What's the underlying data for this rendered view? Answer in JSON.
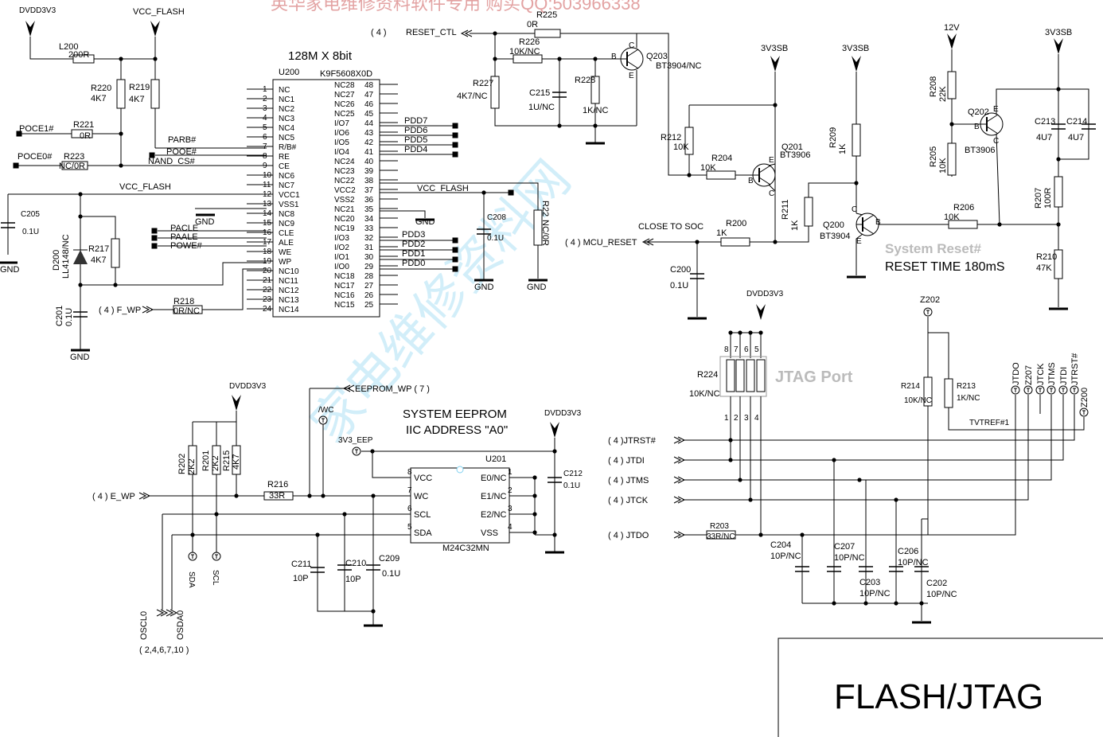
{
  "header": {
    "banner": "英华家电维修资料软件专用 购买QQ:503966338",
    "watermark": "家电维修资料网"
  },
  "title_block": {
    "title": "FLASH/JTAG"
  },
  "rails": {
    "dvdd3v3": "DVDD3V3",
    "vcc_flash": "VCC_FLASH",
    "v3v3sb": "3V3SB",
    "v12": "12V",
    "gnd": "GND",
    "v3_eep": "3V3_EEP"
  },
  "flash": {
    "title": "128M X 8bit",
    "ref": "U200",
    "part": "K9F5608X0D",
    "left_pins": [
      "NC",
      "NC1",
      "NC2",
      "NC3",
      "NC4",
      "NC5",
      "R/B#",
      "RE",
      "CE",
      "NC6",
      "NC7",
      "VCC1",
      "VSS1",
      "NC8",
      "NC9",
      "CLE",
      "ALE",
      "WE",
      "WP",
      "NC10",
      "NC11",
      "NC12",
      "NC13",
      "NC14"
    ],
    "right_pins": [
      "NC28",
      "NC27",
      "NC26",
      "NC25",
      "I/O7",
      "I/O6",
      "I/O5",
      "I/O4",
      "NC24",
      "NC23",
      "NC22",
      "VCC2",
      "VSS2",
      "NC21",
      "NC20",
      "NC19",
      "I/O3",
      "I/O2",
      "I/O1",
      "I/O0",
      "NC18",
      "NC17",
      "NC16",
      "NC15"
    ],
    "right_nums": [
      "48",
      "47",
      "46",
      "45",
      "44",
      "43",
      "42",
      "41",
      "40",
      "39",
      "38",
      "37",
      "36",
      "35",
      "34",
      "33",
      "32",
      "31",
      "30",
      "29",
      "28",
      "27",
      "26",
      "25"
    ]
  },
  "nets": {
    "poce1": "POCE1#",
    "poce0": "POCE0#",
    "parb": "PARB#",
    "pooe": "POOE#",
    "nand_cs": "NAND_CS#",
    "pacle": "PACLE",
    "paale": "PAALE",
    "powe": "POWE#",
    "pdd7": "PDD7",
    "pdd6": "PDD6",
    "pdd5": "PDD5",
    "pdd4": "PDD4",
    "pdd3": "PDD3",
    "pdd2": "PDD2",
    "pdd1": "PDD1",
    "pdd0": "PDD0",
    "f_wp": "( 4 )  F_WP",
    "reset_ctl": "RESET_CTL",
    "reset_ctl_ref": "( 4 )",
    "mcu_reset": "( 4 )  MCU_RESET",
    "close_to_soc": "CLOSE TO SOC",
    "eeprom_wp": "EEPROM_WP ( 7 )",
    "wc": "/WC",
    "e_wp": "( 4 ) E_WP",
    "sda": "SDA",
    "scl": "SCL",
    "oscl0": "OSCL0",
    "osda0": "OSDA0",
    "osc_ref": "( 2,4,6,7,10 )",
    "jtrst": "( 4 )JTRST#",
    "jtdi": "( 4 )   JTDI",
    "jtms": "( 4 )   JTMS",
    "jtck": "( 4 )   JTCK",
    "jtdo": "( 4 )   JTDO",
    "tvtref": "TVTREF#1"
  },
  "reset": {
    "label1": "System Reset#",
    "label2": "RESET TIME 180mS"
  },
  "eeprom": {
    "title1": "SYSTEM EEPROM",
    "title2": "IIC ADDRESS \"A0\"",
    "ref": "U201",
    "part": "M24C32MN",
    "lpins": [
      "VCC",
      "WC",
      "SCL",
      "SDA"
    ],
    "lnums": [
      "8",
      "7",
      "6",
      "5"
    ],
    "rpins": [
      "E0/NC",
      "E1/NC",
      "E2/NC",
      "VSS"
    ],
    "rnums": [
      "1",
      "2",
      "3",
      "4"
    ]
  },
  "jtag": {
    "port": "JTAG Port",
    "pins": [
      "JTDO",
      "Z207",
      "JTCK",
      "JTMS",
      "JTDI",
      "JTRST#",
      "Z200"
    ]
  },
  "components": {
    "l200": [
      "L200",
      "200R"
    ],
    "r220": [
      "R220",
      "4K7"
    ],
    "r219": [
      "R219",
      "4K7"
    ],
    "r221": [
      "R221",
      "0R"
    ],
    "r223": [
      "R223",
      "NC/0R"
    ],
    "c205": [
      "C205",
      "0.1U"
    ],
    "d200": [
      "D200",
      "LL4148/NC"
    ],
    "r217": [
      "R217",
      "4K7"
    ],
    "c201": [
      "C201",
      "0.1U"
    ],
    "r218": [
      "R218",
      "0R/NC"
    ],
    "r225": [
      "R225",
      "0R"
    ],
    "r226": [
      "R226",
      "10K/NC"
    ],
    "r227": [
      "R227",
      "4K7/NC"
    ],
    "c215": [
      "C215",
      "1U/NC"
    ],
    "r228": [
      "R228",
      "1K/NC"
    ],
    "q203": [
      "Q203",
      "BT3904/NC"
    ],
    "c208": [
      "C208",
      "0.1U"
    ],
    "r22": [
      "R22",
      "NC/0R"
    ],
    "r212": [
      "R212",
      "10K"
    ],
    "r204": [
      "R204",
      "10K"
    ],
    "q201": [
      "Q201",
      "BT3906"
    ],
    "r211": [
      "R211",
      "1K"
    ],
    "r200": [
      "R200",
      "1K"
    ],
    "c200": [
      "C200",
      "0.1U"
    ],
    "r209": [
      "R209",
      "1K"
    ],
    "q200": [
      "Q200",
      "BT3904"
    ],
    "r206": [
      "R206",
      "10K"
    ],
    "r208": [
      "R208",
      "22K"
    ],
    "r205": [
      "R205",
      "10K"
    ],
    "q202": [
      "Q202",
      "BT3906"
    ],
    "c213": [
      "C213",
      "4U7"
    ],
    "c214": [
      "C214",
      "4U7"
    ],
    "r207": [
      "R207",
      "100R"
    ],
    "r210": [
      "R210",
      "47K"
    ],
    "r202": [
      "R202",
      "2K2"
    ],
    "r201": [
      "R201",
      "2K2"
    ],
    "r215": [
      "R215",
      "4K7"
    ],
    "r216": [
      "R216",
      "33R"
    ],
    "c211": [
      "C211",
      "10P"
    ],
    "c210": [
      "C210",
      "10P"
    ],
    "c209": [
      "C209",
      "0.1U"
    ],
    "c212": [
      "C212",
      "0.1U"
    ],
    "r224": [
      "R224",
      "10K/NC"
    ],
    "r214": [
      "R214",
      "10K/NC"
    ],
    "r213": [
      "R213",
      "1K/NC"
    ],
    "r203": [
      "R203",
      "33R/NC"
    ],
    "z202": [
      "Z202"
    ],
    "c204": [
      "C204",
      "10P/NC"
    ],
    "c207": [
      "C207",
      "10P/NC"
    ],
    "c203": [
      "C203",
      "10P/NC"
    ],
    "c206": [
      "C206",
      "10P/NC"
    ],
    "c202": [
      "C202",
      "10P/NC"
    ]
  }
}
